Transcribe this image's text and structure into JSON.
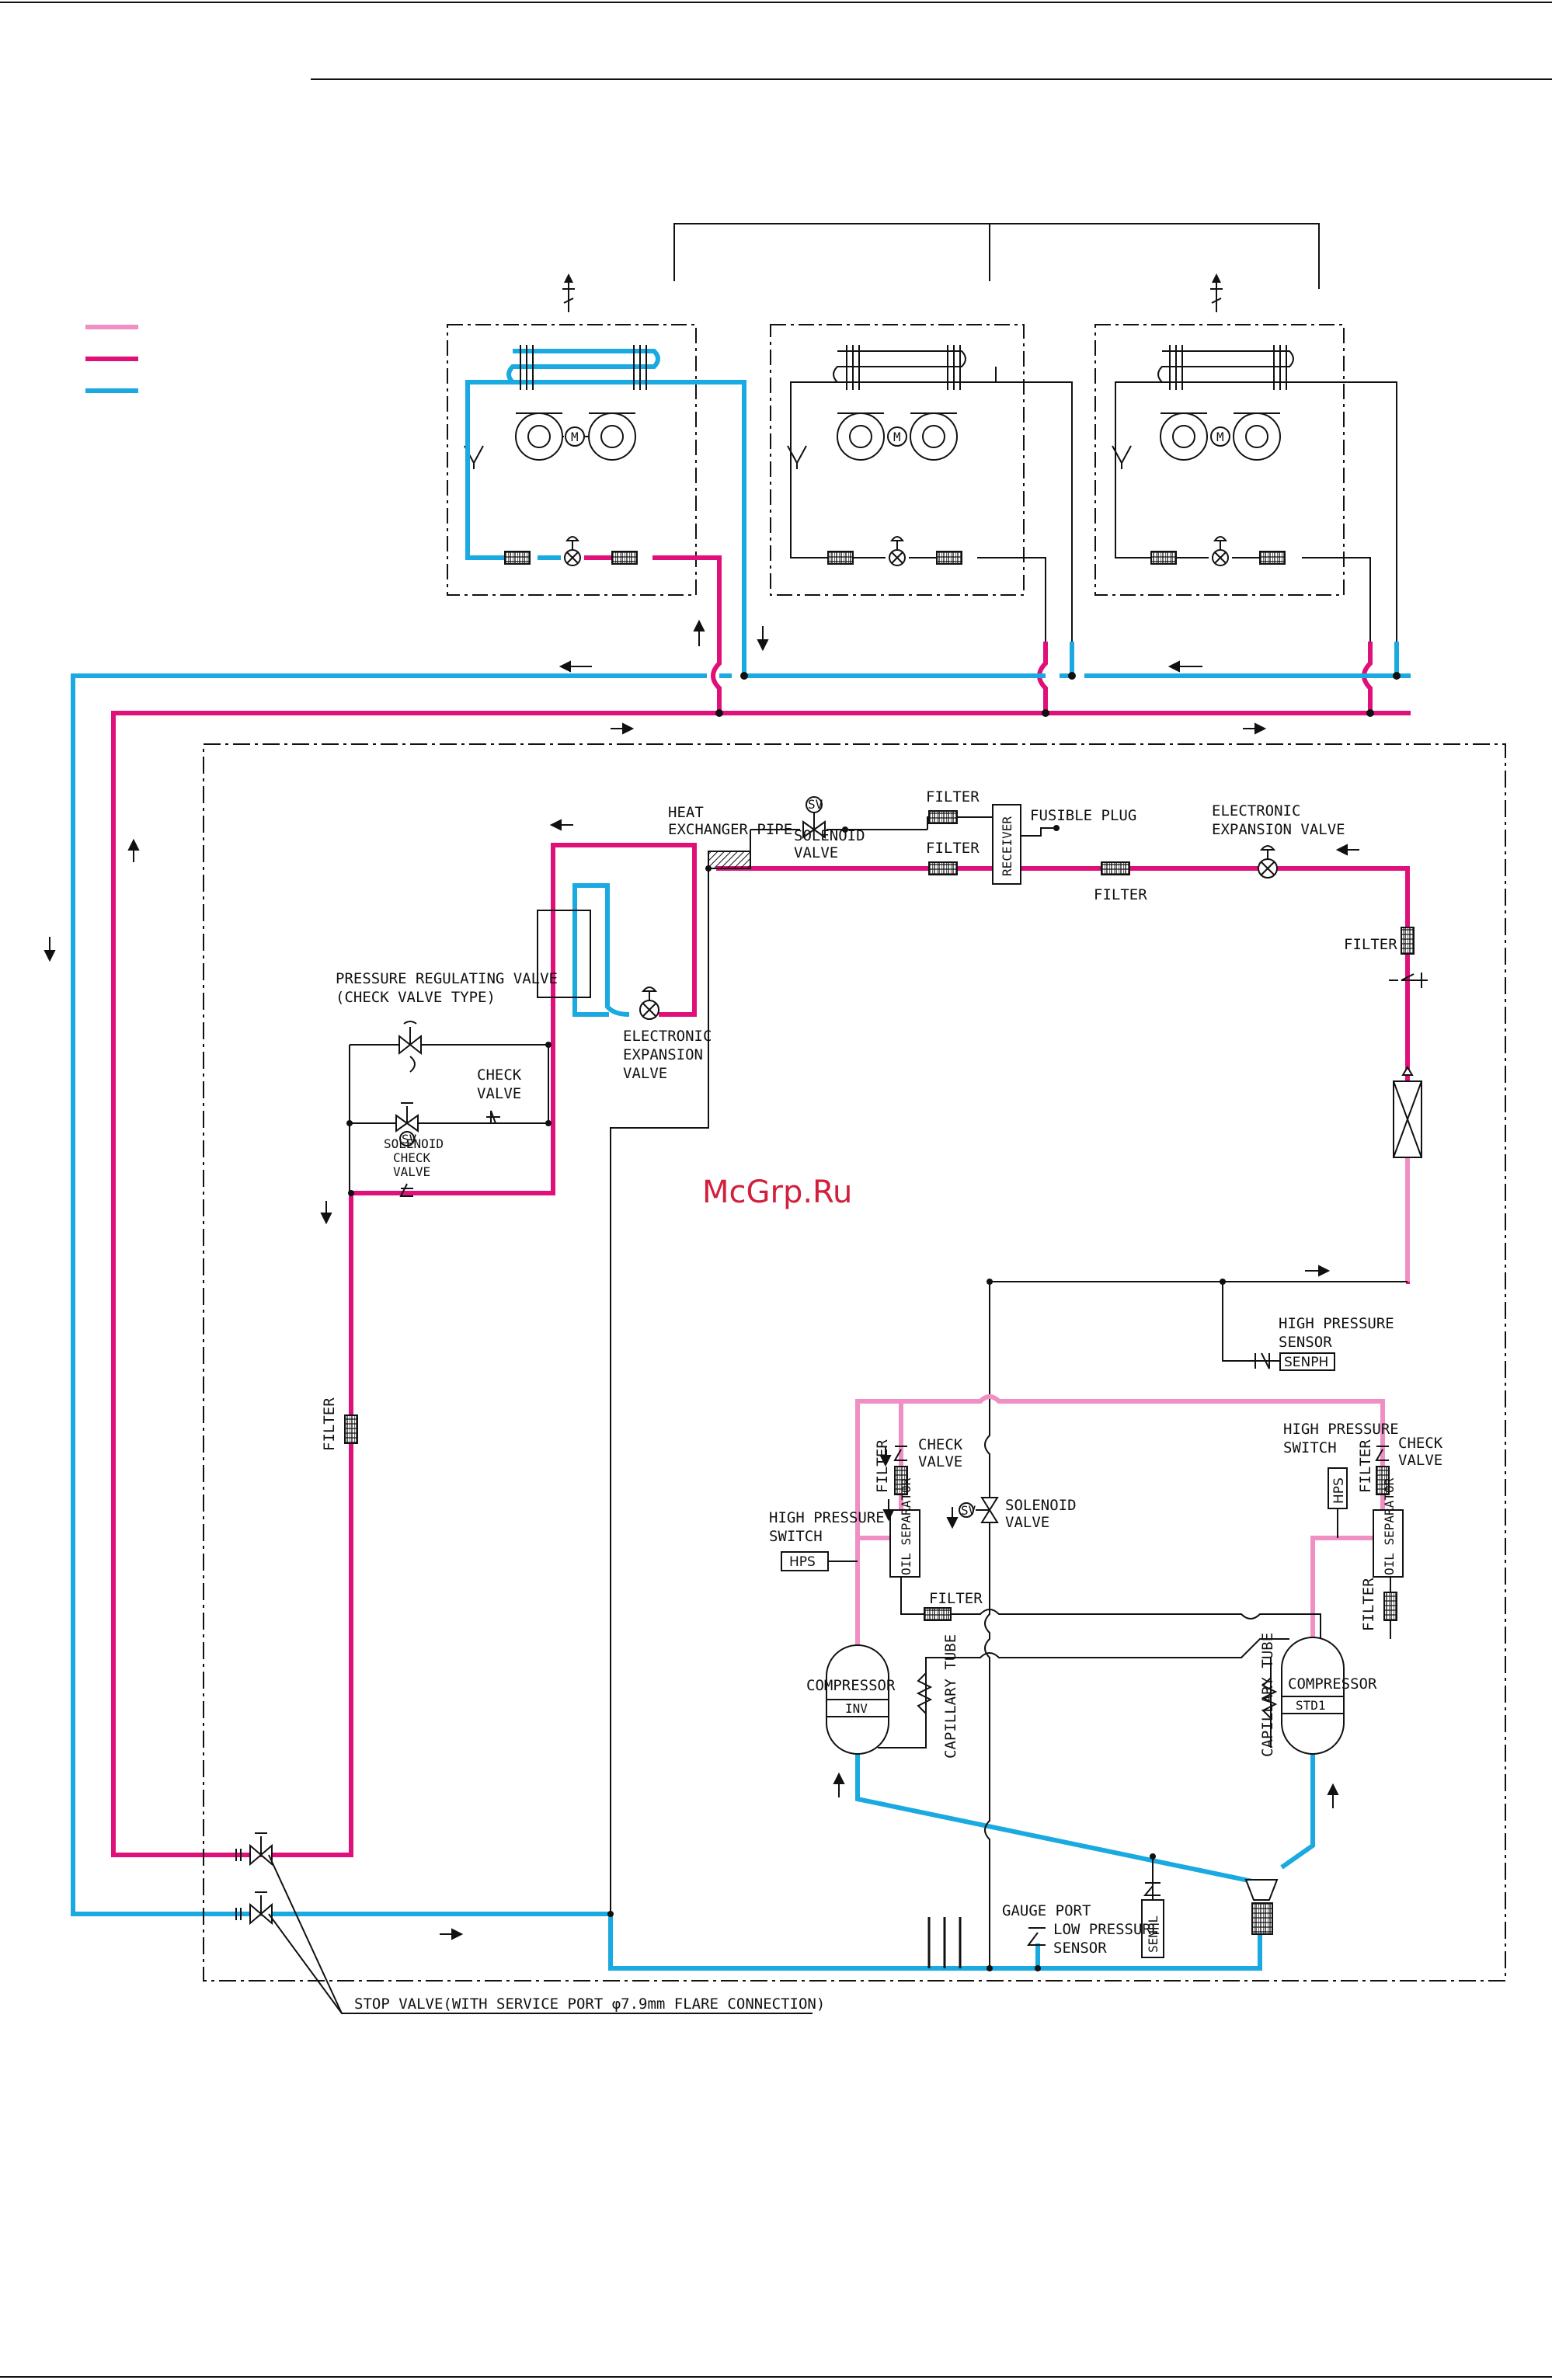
{
  "colors": {
    "high_pressure_gas": "#ef8fc4",
    "high_pressure_liquid": "#e0107a",
    "low_pressure": "#1aa9e0",
    "line": "#111111",
    "watermark": "#d21f3c"
  },
  "legend": [
    {
      "id": "light-pink",
      "color": "#ef8fc4"
    },
    {
      "id": "magenta",
      "color": "#e0107a"
    },
    {
      "id": "cyan",
      "color": "#1aa9e0"
    }
  ],
  "labels": {
    "heat_exchanger_pipe_1": "HEAT",
    "heat_exchanger_pipe_2": "EXCHANGER PIPE",
    "solenoid_valve_top_1": "SOLENOID",
    "solenoid_valve_top_2": "VALVE",
    "filter_top_1": "FILTER",
    "filter_top_2": "FILTER",
    "filter_top_3": "FILTER",
    "fusible_plug": "FUSIBLE PLUG",
    "receiver": "RECEIVER",
    "eev_top_1": "ELECTRONIC",
    "eev_top_2": "EXPANSION VALVE",
    "filter_right": "FILTER",
    "prv_1": "PRESSURE REGULATING VALVE",
    "prv_2": "(CHECK VALVE TYPE)",
    "check_valve_1": "CHECK",
    "check_valve_2": "VALVE",
    "solenoid_check_1": "SOLENOID",
    "solenoid_check_2": "CHECK",
    "solenoid_check_3": "VALVE",
    "eev_mid_1": "ELECTRONIC",
    "eev_mid_2": "EXPANSION",
    "eev_mid_3": "VALVE",
    "filter_left": "FILTER",
    "hp_sensor_1": "HIGH PRESSURE",
    "hp_sensor_2": "SENSOR",
    "senph": "SENPH",
    "hps_switch_left_1": "HIGH PRESSURE",
    "hps_switch_left_2": "SWITCH",
    "hps_left": "HPS",
    "check_left_1": "CHECK",
    "check_left_2": "VALVE",
    "filter_cl": "FILTER",
    "oil_sep_left": "OIL SEPARATOR",
    "solenoid_center_1": "SOLENOID",
    "solenoid_center_2": "VALVE",
    "filter_center": "FILTER",
    "compressor_left": "COMPRESSOR",
    "inv": "INV",
    "cap_tube_left": "CAPILLARY TUBE",
    "hps_switch_right_1": "HIGH PRESSURE",
    "hps_switch_right_2": "SWITCH",
    "check_right_1": "CHECK",
    "check_right_2": "VALVE",
    "filter_cr": "FILTER",
    "hps_right": "HPS",
    "oil_sep_right": "OIL SEPARATOR",
    "filter_cr2": "FILTER",
    "cap_tube_right": "CAPILLARY TUBE",
    "compressor_right": "COMPRESSOR",
    "std1": "STD1",
    "gauge_port": "GAUGE PORT",
    "lps_1": "LOW PRESSURE",
    "lps_2": "SENSOR",
    "senpl": "SENPL",
    "stop_valve": "STOP VALVE(WITH SERVICE PORT φ7.9mm FLARE CONNECTION)",
    "sv": "SV",
    "motor": "M",
    "watermark": "McGrp.Ru"
  }
}
